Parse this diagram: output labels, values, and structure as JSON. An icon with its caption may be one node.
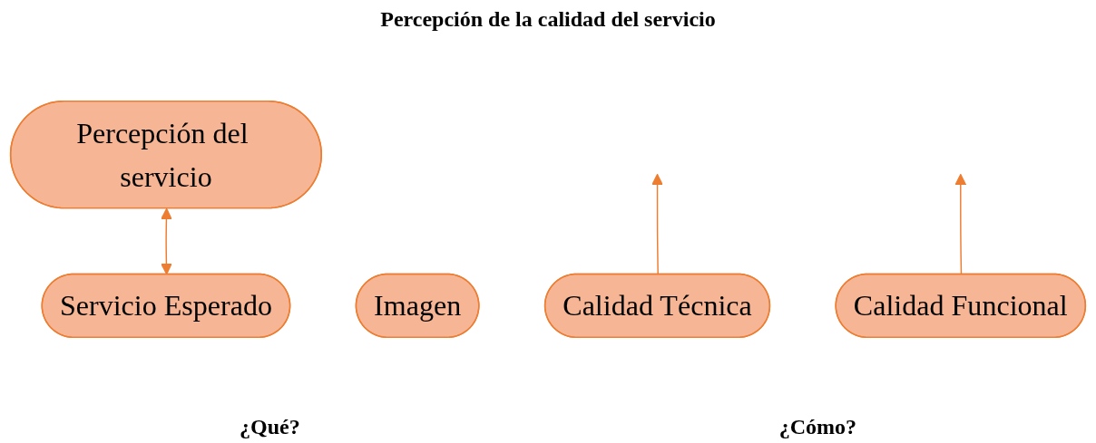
{
  "diagram": {
    "title": "Percepción de la calidad del servicio",
    "nodes": [
      {
        "text": [
          "Servicio Esperado"
        ]
      },
      {
        "text": [
          "Percepción del servicio"
        ]
      },
      {
        "text": [
          "Imagen"
        ]
      },
      {
        "text": [
          "Calidad Técnica"
        ]
      },
      {
        "text": [
          "Calidad Funcional"
        ]
      }
    ],
    "edges": [
      {
        "from": 0,
        "to": 1,
        "arrow": "both",
        "color": "#ed7d31"
      },
      {
        "from": 3,
        "to": null,
        "arrow": "to",
        "color": "#ed7d31"
      },
      {
        "from": 4,
        "to": null,
        "arrow": "to",
        "color": "#ed7d31"
      }
    ],
    "labels": [
      "¿Qué?",
      "¿Cómo?"
    ]
  }
}
